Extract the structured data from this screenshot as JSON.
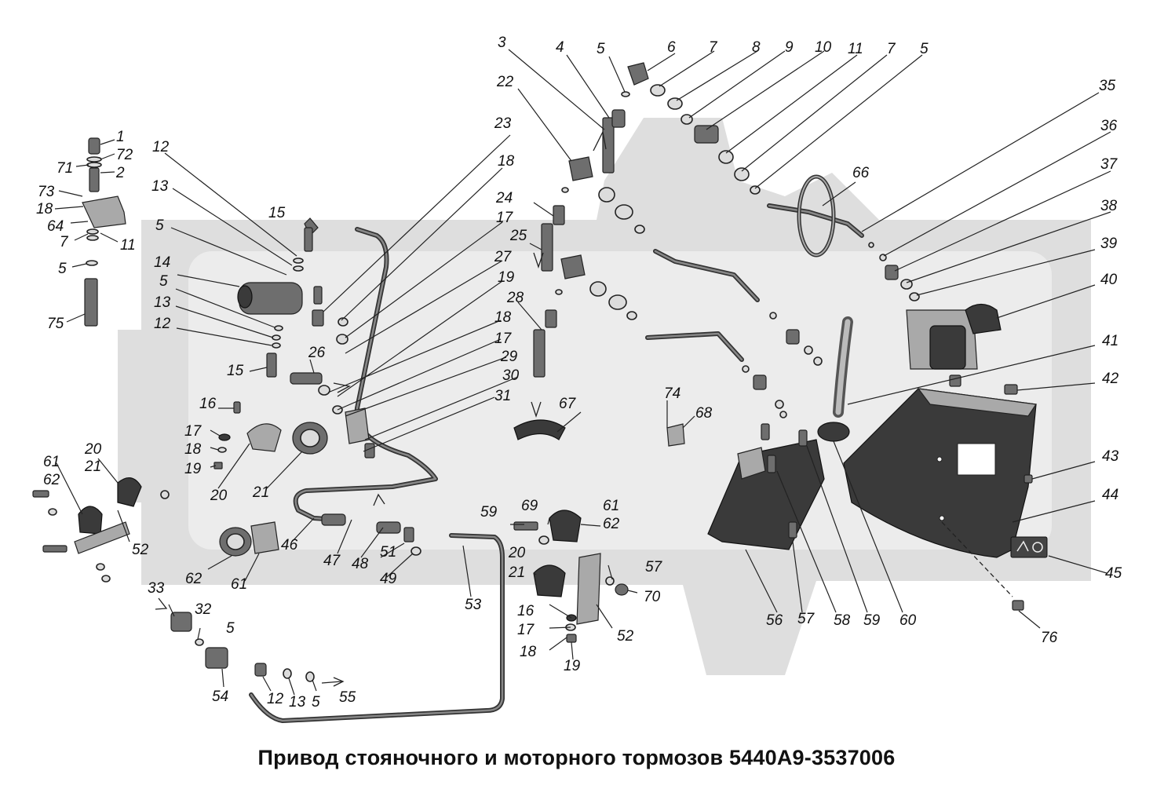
{
  "caption": "Привод стояночного и моторного тормозов 5440А9-3537006",
  "callouts": [
    "1",
    "72",
    "71",
    "2",
    "73",
    "18",
    "64",
    "11",
    "7",
    "5",
    "75",
    "12",
    "13",
    "15",
    "5",
    "14",
    "5",
    "13",
    "12",
    "15",
    "16",
    "17",
    "18",
    "19",
    "20",
    "21",
    "26",
    "23",
    "18",
    "17",
    "27",
    "19",
    "18",
    "17",
    "29",
    "30",
    "31",
    "3",
    "4",
    "5",
    "6",
    "7",
    "8",
    "9",
    "10",
    "11",
    "7",
    "5",
    "22",
    "24",
    "25",
    "28",
    "66",
    "67",
    "68",
    "74",
    "35",
    "36",
    "37",
    "38",
    "39",
    "40",
    "41",
    "42",
    "43",
    "44",
    "45",
    "76",
    "20",
    "21",
    "61",
    "62",
    "52",
    "62",
    "61",
    "46",
    "47",
    "48",
    "51",
    "49",
    "33",
    "32",
    "5",
    "54",
    "12",
    "13",
    "5",
    "55",
    "53",
    "59",
    "69",
    "61",
    "62",
    "20",
    "21",
    "16",
    "17",
    "18",
    "19",
    "52",
    "57",
    "70",
    "56",
    "57",
    "58",
    "59",
    "60"
  ],
  "colors": {
    "watermark": "#dedede",
    "parts": "#6e6e6e",
    "ink": "#111111"
  }
}
